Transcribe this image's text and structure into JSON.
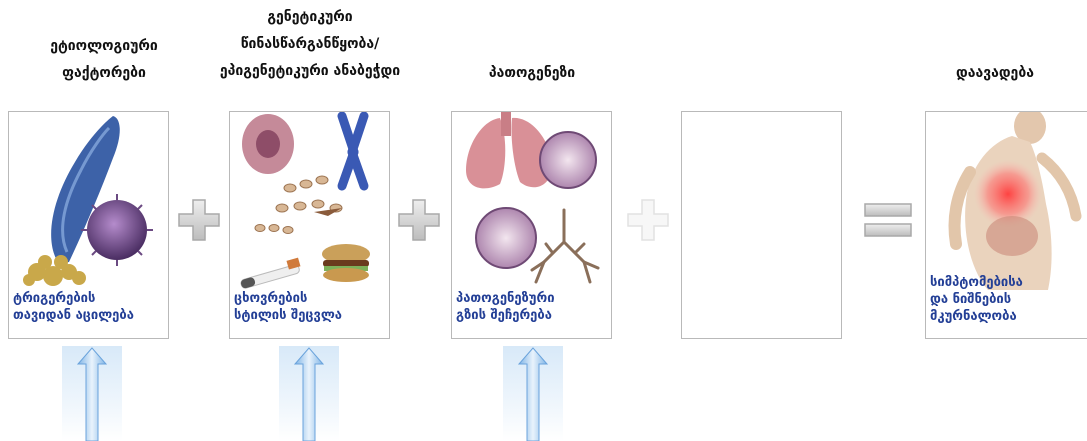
{
  "headings": {
    "etiological": "ეტიოლოგიური\nფაქტორები",
    "genetic": "გენეტიკური\nწინასწარგანწყობა/\nეპიგენეტიკური ანაბეჭდი",
    "pathogenesis": "პათოგენეზი",
    "disease": "დაავადება"
  },
  "captions": {
    "triggers": "ტრიგერების\nთავიდან აცილება",
    "lifestyle": "ცხოვრების\nსტილის შეცვლა",
    "pathway": "პათოგენეზური\nგზის შეჩერება",
    "symptoms": "სიმპტომებისა\nდა ნიშნების\nმკურნალობა"
  },
  "colors": {
    "caption_text": "#233f96",
    "operator_gray": "#a9a9a9",
    "operator_faint": "#e2e2e2",
    "arrow_blue": "#a9cdef"
  },
  "icons": {
    "plus": "plus-sign",
    "equals": "equals-sign",
    "arrow": "up-arrow"
  }
}
